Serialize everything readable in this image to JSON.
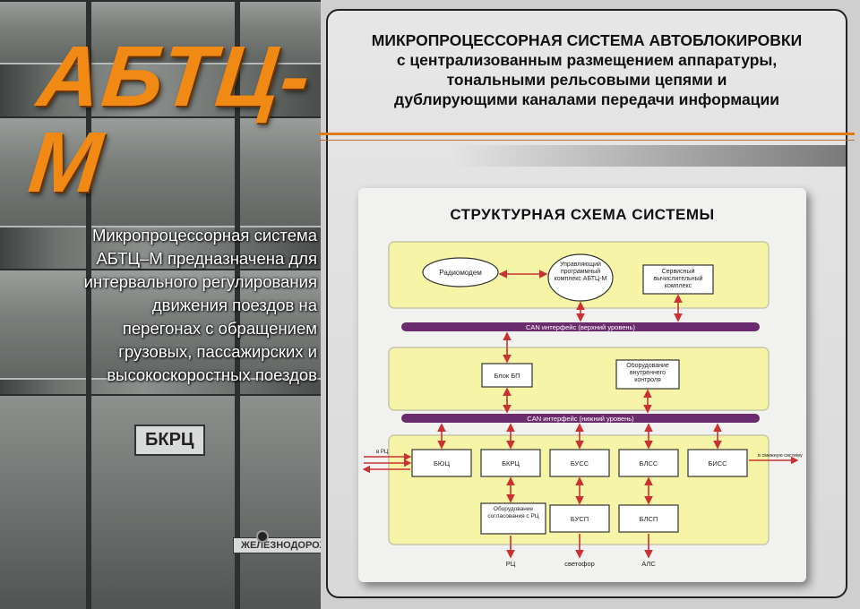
{
  "logo": {
    "text": "АБТЦ-М"
  },
  "description": {
    "lines": [
      "Микропроцессорная система",
      "АБТЦ–М предназначена  для",
      "интервального регулирования",
      "движения поездов на",
      "перегонах с обращением",
      "грузовых, пассажирских и",
      "высокоскоростных поездов"
    ]
  },
  "background_labels": {
    "plate": "БКРЦ",
    "plate_small": "ЖЕЛЕЗНОДОРОЖН"
  },
  "header": {
    "title_lines": [
      "МИКРОПРОЦЕССОРНАЯ СИСТЕМА АВТОБЛОКИРОВКИ",
      "с централизованным размещением аппаратуры,",
      "тональными рельсовыми цепями и",
      "дублирующими каналами передачи информации"
    ]
  },
  "diagram": {
    "title": "СТРУКТУРНАЯ СХЕМА СИСТЕМЫ",
    "nodes": {
      "radiomodem": "Радиомодем",
      "upravl": "Управляющий программный комплекс АБТЦ-М",
      "service": "Сервисный вычислительный комплекс",
      "bus_upper": "CAN интерфейс (верхний уровень)",
      "blok_bp": "Блок БП",
      "obor_vnutr": "Оборудование внутреннего контроля",
      "bus_lower": "CAN интерфейс (нижний уровень)",
      "bsoc": "БЮЦ",
      "bkpc": "БКРЦ",
      "busf": "БУСС",
      "blss": "БЛСС",
      "bisc": "БИСС",
      "obor_rc": "Оборудование согласования с РЦ",
      "bvsp": "БУСП",
      "blsp": "БЛСП",
      "out_rc": "РЦ",
      "out_svetofor": "светофор",
      "out_als": "АЛС",
      "in_left": "в РЦ",
      "out_right": "в смежную систему"
    },
    "colors": {
      "zone": "#f6f4a6",
      "bus": "#6b2c6e",
      "arrow": "#c83232",
      "box": "#ffffff"
    }
  }
}
